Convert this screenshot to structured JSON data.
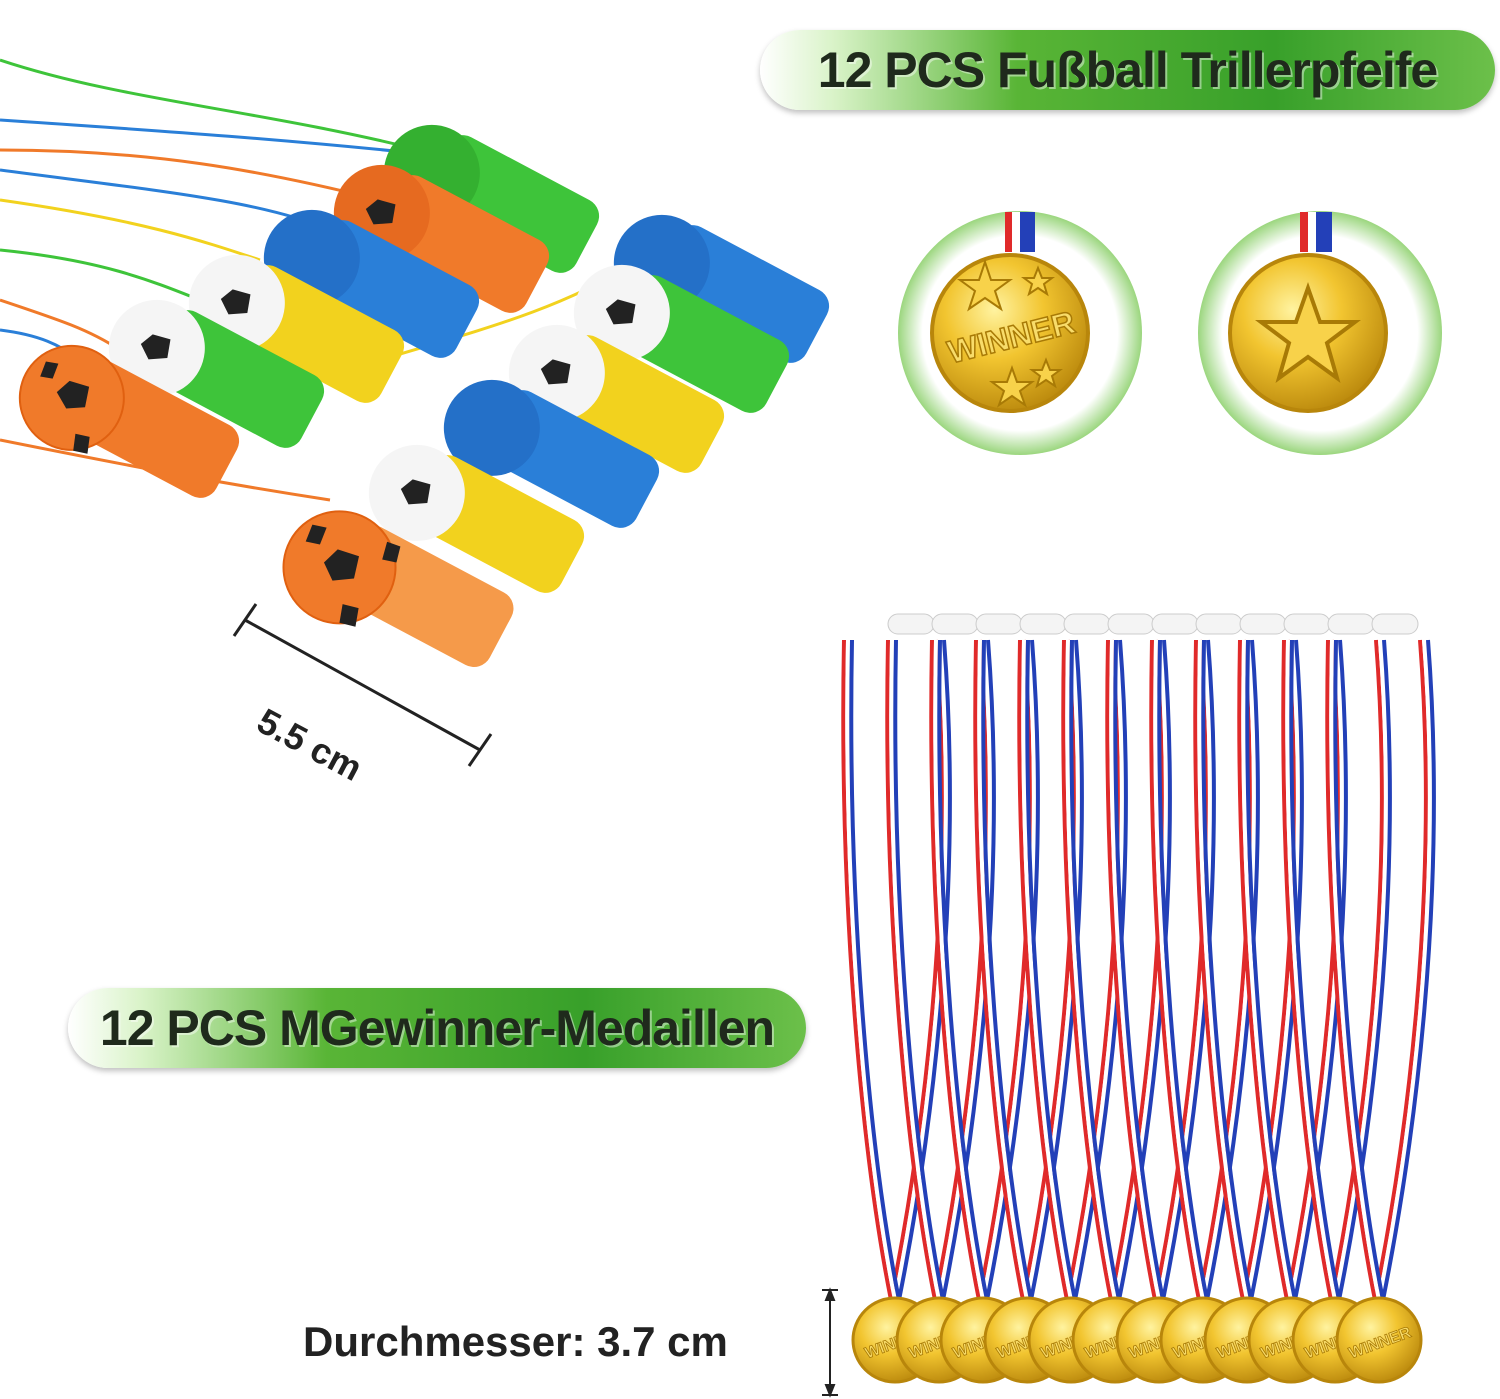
{
  "banners": {
    "whistles": "12 PCS Fußball Trillerpfeife",
    "medals": "12 PCS MGewinner-Medaillen"
  },
  "measurements": {
    "whistle_length": "5.5 cm",
    "medal_diameter": "Durchmesser: 3.7 cm"
  },
  "medal_front_text": "WINNER",
  "medal_small_text": "WINNER",
  "colors": {
    "banner_green": "#38a02a",
    "whistle_orange": "#f07a2a",
    "whistle_green": "#3ec43a",
    "whistle_blue": "#2a7fd8",
    "whistle_yellow": "#f2d21e",
    "gold": "#e6b422",
    "ribbon_red": "#e02a2a",
    "ribbon_blue": "#2340b8"
  },
  "icons": [
    "soccer-ball-icon",
    "star-icon",
    "medal-icon",
    "whistle-icon"
  ]
}
